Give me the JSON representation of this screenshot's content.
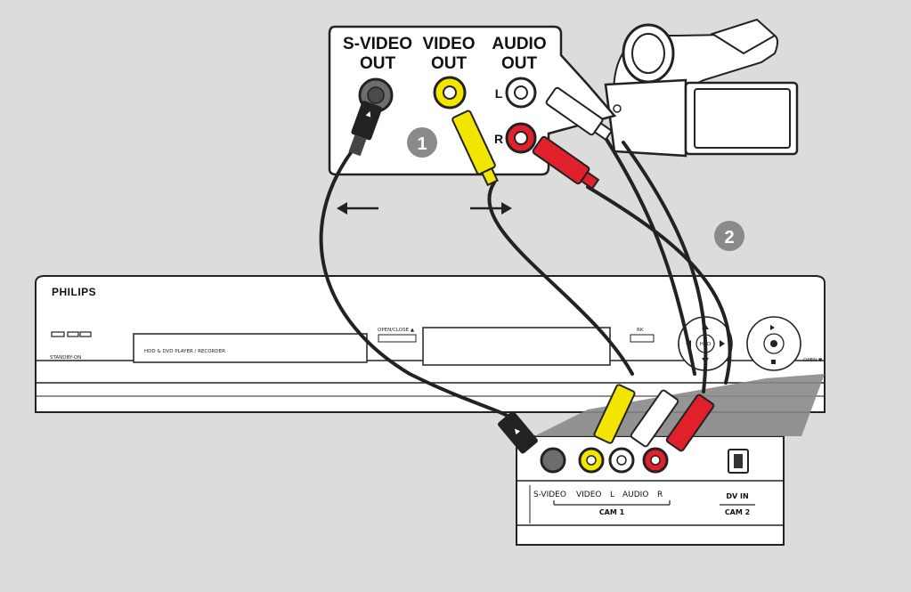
{
  "camcorder_panel": {
    "svideo_out": [
      "S-VIDEO",
      "OUT"
    ],
    "video_out": [
      "VIDEO",
      "OUT"
    ],
    "audio_out": [
      "AUDIO",
      "OUT"
    ],
    "left": "L",
    "right": "R"
  },
  "steps": {
    "one": "1",
    "two": "2"
  },
  "recorder": {
    "brand": "PHILIPS",
    "standby": "STANDBY-ON",
    "tray_label": "HDD & DVD PLAYER / RECORDER",
    "open_close": "OPEN/CLOSE ▲",
    "mark": "RK",
    "hdd": "HDD",
    "open": "OPEN ▼"
  },
  "front_panel": {
    "svideo": "S-VIDEO",
    "video": "VIDEO",
    "l": "L",
    "audio": "AUDIO",
    "r": "R",
    "cam1": "CAM 1",
    "dvin": "DV IN",
    "cam2": "CAM 2"
  },
  "colors": {
    "background": "#dcdcdc",
    "yellow": "#f2e600",
    "red": "#e0202a",
    "white": "#f4f4f4",
    "black": "#222222"
  }
}
